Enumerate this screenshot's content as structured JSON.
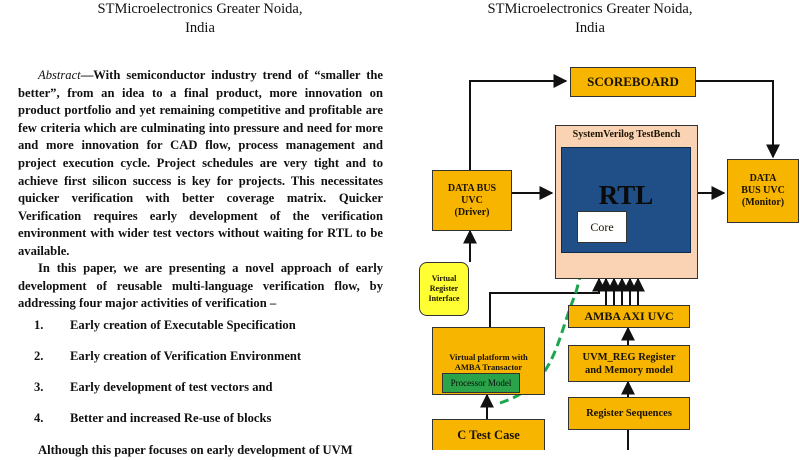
{
  "affiliation": {
    "left": [
      "STMicroelectronics Greater Noida,",
      "India"
    ],
    "right": [
      "STMicroelectronics Greater Noida,",
      "India"
    ]
  },
  "abstract": {
    "label": "Abstract",
    "text": "—With semiconductor industry trend of “smaller the better”, from an idea to a final product, more innovation on product portfolio and yet remaining competitive and profitable are few criteria which are culminating into pressure and need for more and more innovation for CAD flow, process management and project execution cycle. Project schedules are very tight and to achieve first silicon success is key for projects. This necessitates quicker verification with better coverage matrix. Quicker Verification requires early development of the verification environment with wider test vectors without waiting for RTL to be available."
  },
  "intro": "In this paper, we are presenting a novel approach of early development of reusable multi-language verification flow, by addressing four major activities of verification –",
  "list": [
    {
      "num": "1.",
      "text": "Early creation of Executable Specification"
    },
    {
      "num": "2.",
      "text": "Early creation of Verification Environment"
    },
    {
      "num": "3.",
      "text": "Early development of test vectors and"
    },
    {
      "num": "4.",
      "text": "Better and increased Re-use of blocks"
    }
  ],
  "truncated": "Although this paper focuses on early development of UVM",
  "diagram": {
    "scoreboard": "SCOREBOARD",
    "testbench": "SystemVerilog TestBench",
    "rtl": "RTL",
    "core": "Core",
    "driver": [
      "DATA BUS",
      "UVC",
      "(Driver)"
    ],
    "monitor": [
      "DATA",
      "BUS UVC",
      "(Monitor)"
    ],
    "vri": [
      "Virtual",
      "Register",
      "Interface"
    ],
    "axi": "AMBA AXI UVC",
    "vplatform": [
      "Virtual platform with",
      "AMBA Transactor"
    ],
    "processor": "Processor Model",
    "uvmreg": [
      "UVM_REG Register",
      "and Memory model"
    ],
    "regseq": "Register Sequences",
    "ctest": "C Test Case"
  },
  "colors": {
    "block": "#f7b500",
    "testbench_bg": "#f9d3b4",
    "rtl_bg": "#1f4f86",
    "vri_bg": "#ffff33",
    "processor_bg": "#2aa34a",
    "dash": "#1aa64a"
  }
}
